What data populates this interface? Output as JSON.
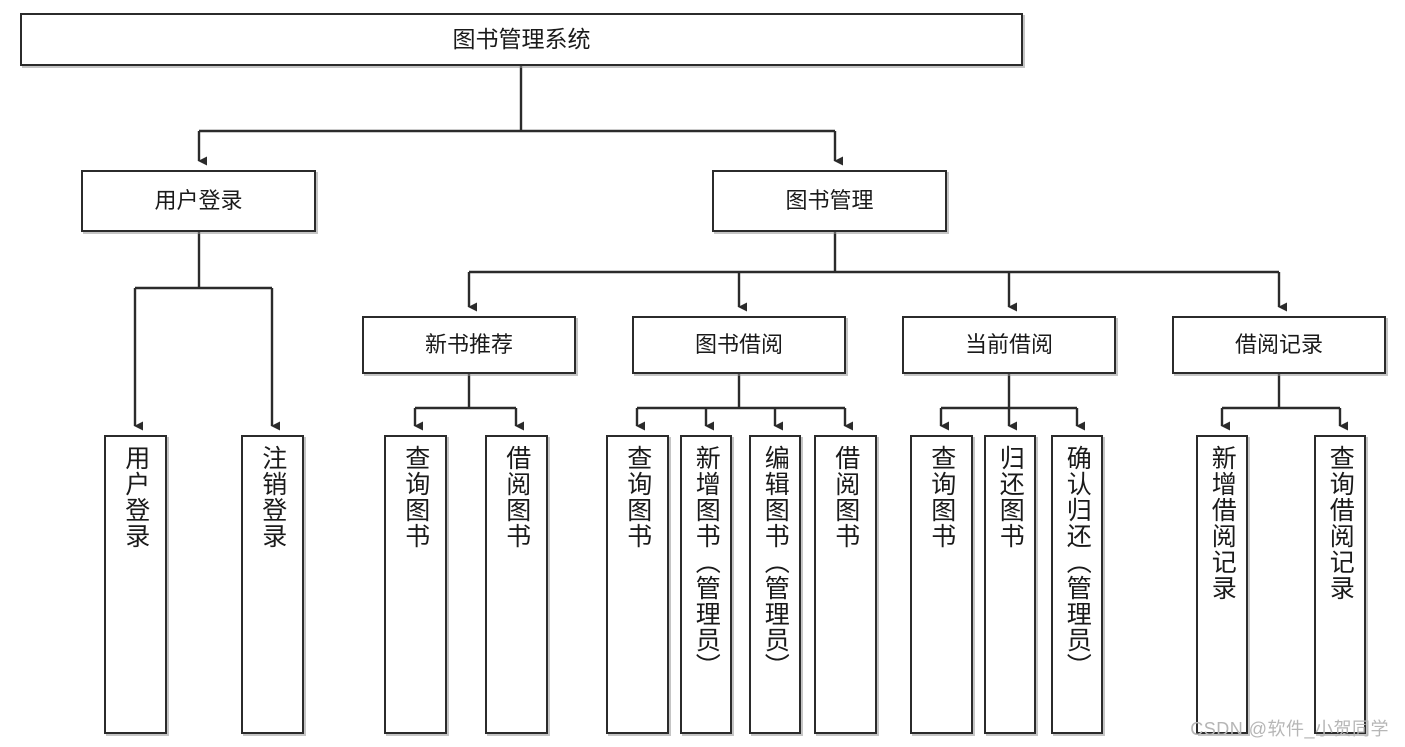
{
  "diagram": {
    "title": "图书管理系统",
    "type": "tree",
    "watermark": "CSDN @软件_小贺同学",
    "colors": {
      "border": "#2b2b2b",
      "fill": "#ffffff",
      "text": "#1a1a1a",
      "edge": "#2b2b2b",
      "watermark": "#b6b6b6"
    },
    "root": {
      "label": "图书管理系统"
    },
    "level2": [
      {
        "label": "用户登录"
      },
      {
        "label": "图书管理"
      }
    ],
    "level3": [
      {
        "label": "新书推荐"
      },
      {
        "label": "图书借阅"
      },
      {
        "label": "当前借阅"
      },
      {
        "label": "借阅记录"
      }
    ],
    "leaves": {
      "user_login": [
        {
          "label": "用户登录"
        },
        {
          "label": "注销登录"
        }
      ],
      "new_book": [
        {
          "label": "查询图书"
        },
        {
          "label": "借阅图书"
        }
      ],
      "book_borrow": [
        {
          "label": "查询图书"
        },
        {
          "label": "新增图书（管理员）"
        },
        {
          "label": "编辑图书（管理员）"
        },
        {
          "label": "借阅图书"
        }
      ],
      "current_borrow": [
        {
          "label": "查询图书"
        },
        {
          "label": "归还图书"
        },
        {
          "label": "确认归还（管理员）"
        }
      ],
      "borrow_records": [
        {
          "label": "新增借阅记录"
        },
        {
          "label": "查询借阅记录"
        }
      ]
    }
  }
}
